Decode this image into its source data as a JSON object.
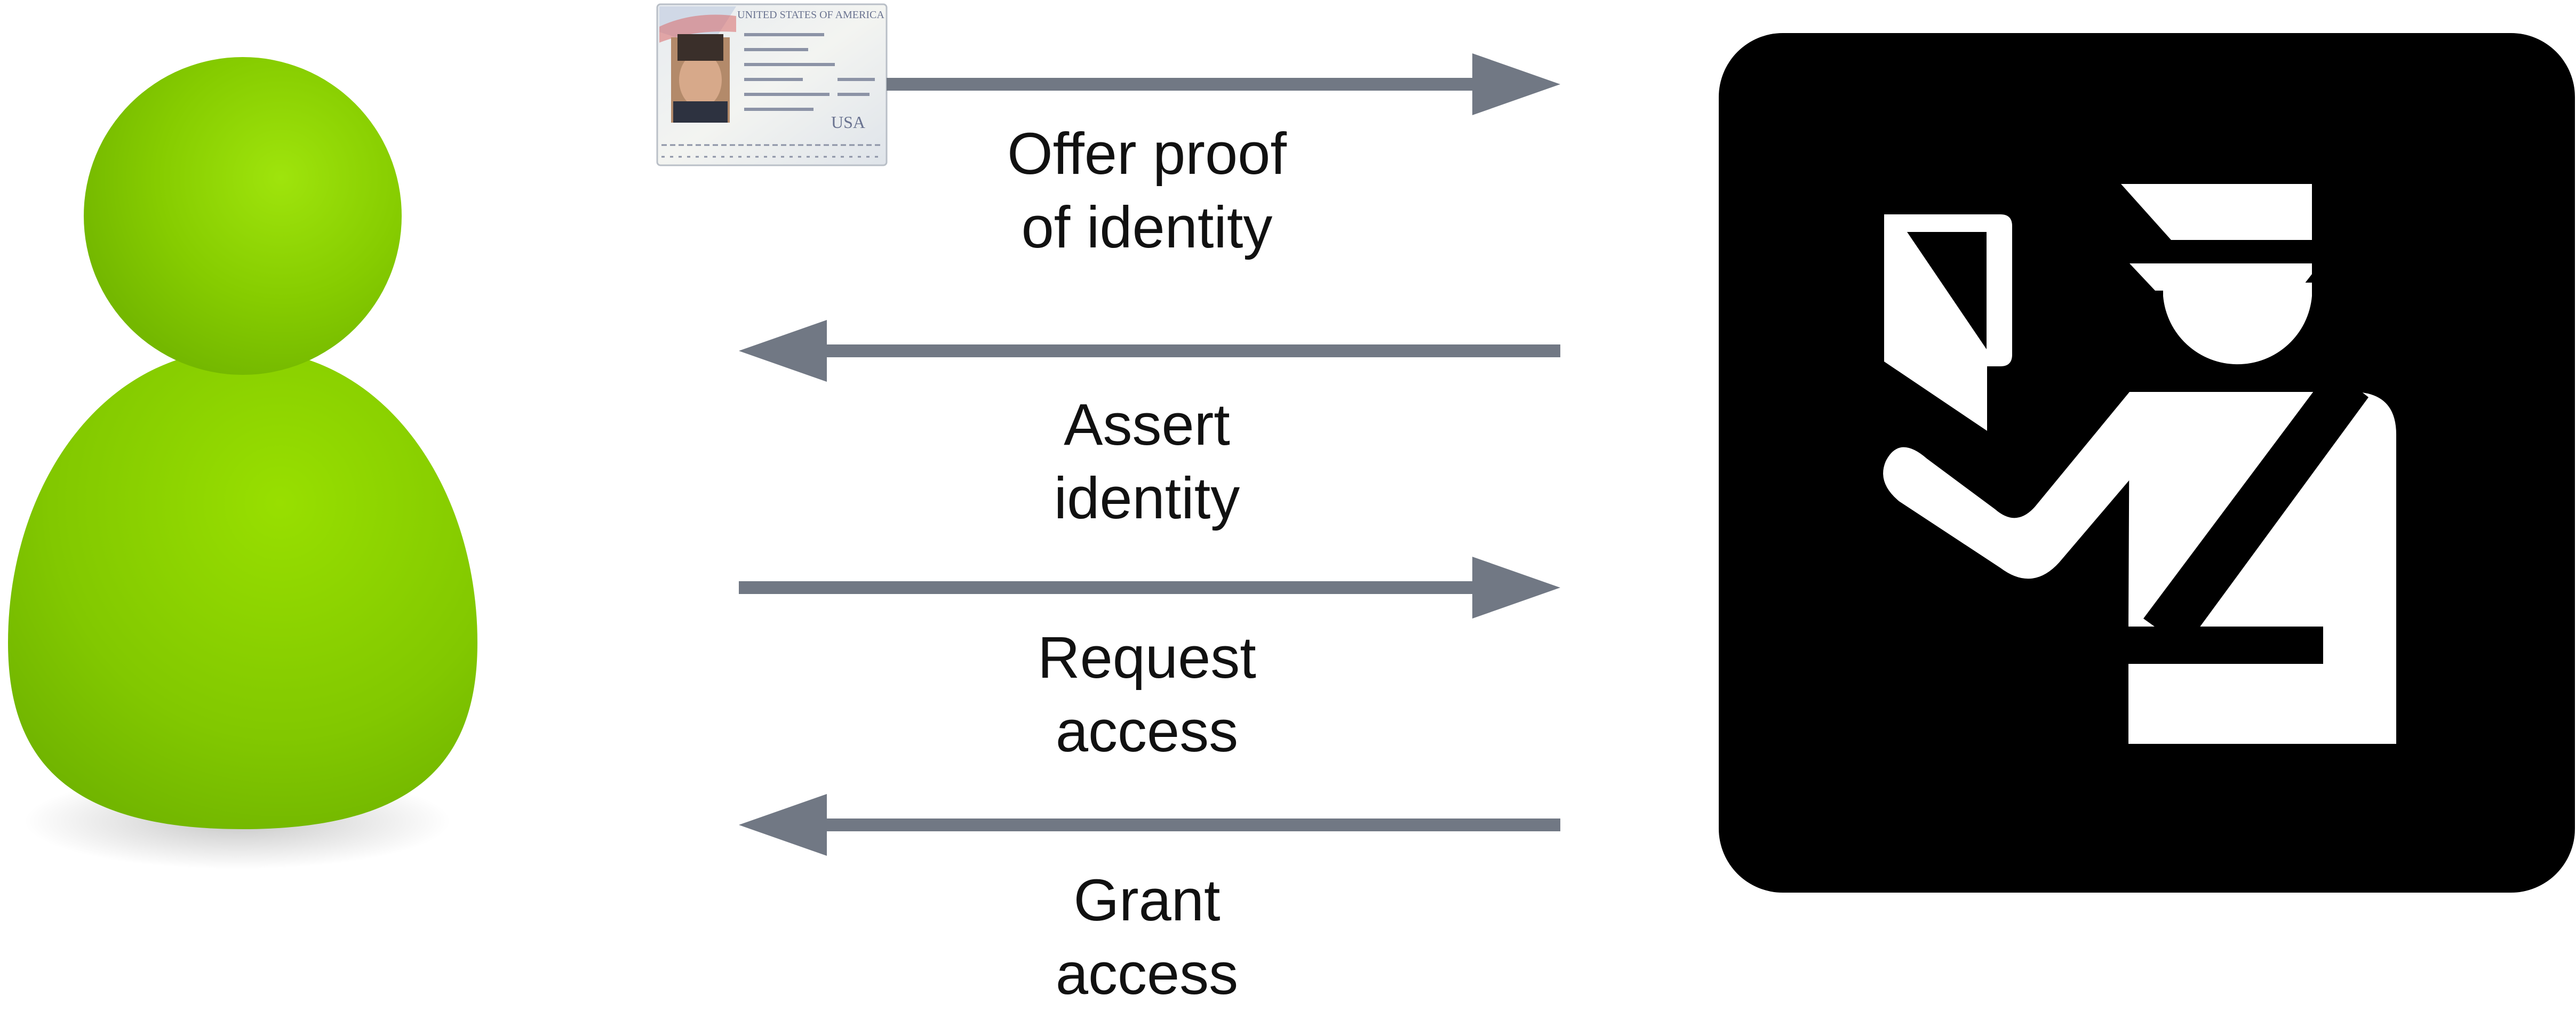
{
  "colors": {
    "arrow": "#717884",
    "person_green": "#8fd400",
    "sign_background": "#000000",
    "sign_figure": "#ffffff"
  },
  "icons": {
    "user": "person-icon",
    "passport": "passport-icon",
    "officer": "immigration-officer-icon"
  },
  "passport": {
    "header_text": "UNITED STATES OF AMERICA",
    "country_code": "USA"
  },
  "messages": [
    {
      "direction": "to-right",
      "line1": "Offer proof",
      "line2": "of identity"
    },
    {
      "direction": "to-left",
      "line1": "Assert",
      "line2": "identity"
    },
    {
      "direction": "to-right",
      "line1": "Request",
      "line2": "access"
    },
    {
      "direction": "to-left",
      "line1": "Grant",
      "line2": "access"
    }
  ]
}
